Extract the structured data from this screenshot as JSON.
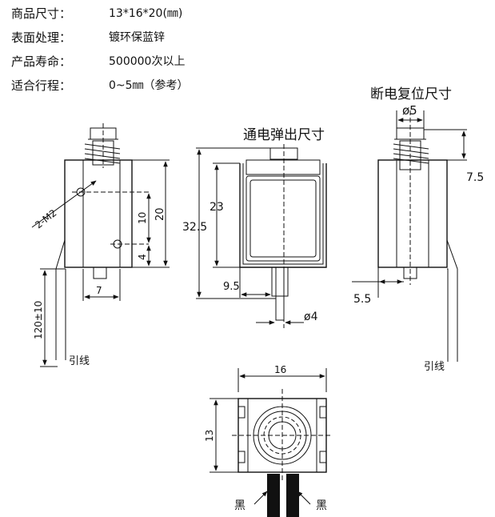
{
  "specs": [
    {
      "label": "商品尺寸：",
      "value": "13*16*20(㎜)"
    },
    {
      "label": "表面处理：",
      "value": "镀环保蓝锌"
    },
    {
      "label": "产品寿命：",
      "value": "500000次以上"
    },
    {
      "label": "适合行程：",
      "value": "0~5㎜（参考）"
    }
  ],
  "titles": {
    "energized": "通电弹出尺寸",
    "reset": "断电复位尺寸"
  },
  "left_view": {
    "screw": "2-M2",
    "w": "7",
    "h10": "10",
    "h4": "4",
    "h20": "20",
    "lead": "120±10",
    "wire": "引线"
  },
  "middle_view": {
    "h23": "23",
    "h325": "32.5",
    "w95": "9.5",
    "d4": "ø4"
  },
  "right_view": {
    "d5": "ø5",
    "d75": "7.5",
    "d55": "5.5",
    "wire": "引线"
  },
  "bottom_view": {
    "w16": "16",
    "h13": "13",
    "wire_left": "黑",
    "wire_right": "黑"
  }
}
